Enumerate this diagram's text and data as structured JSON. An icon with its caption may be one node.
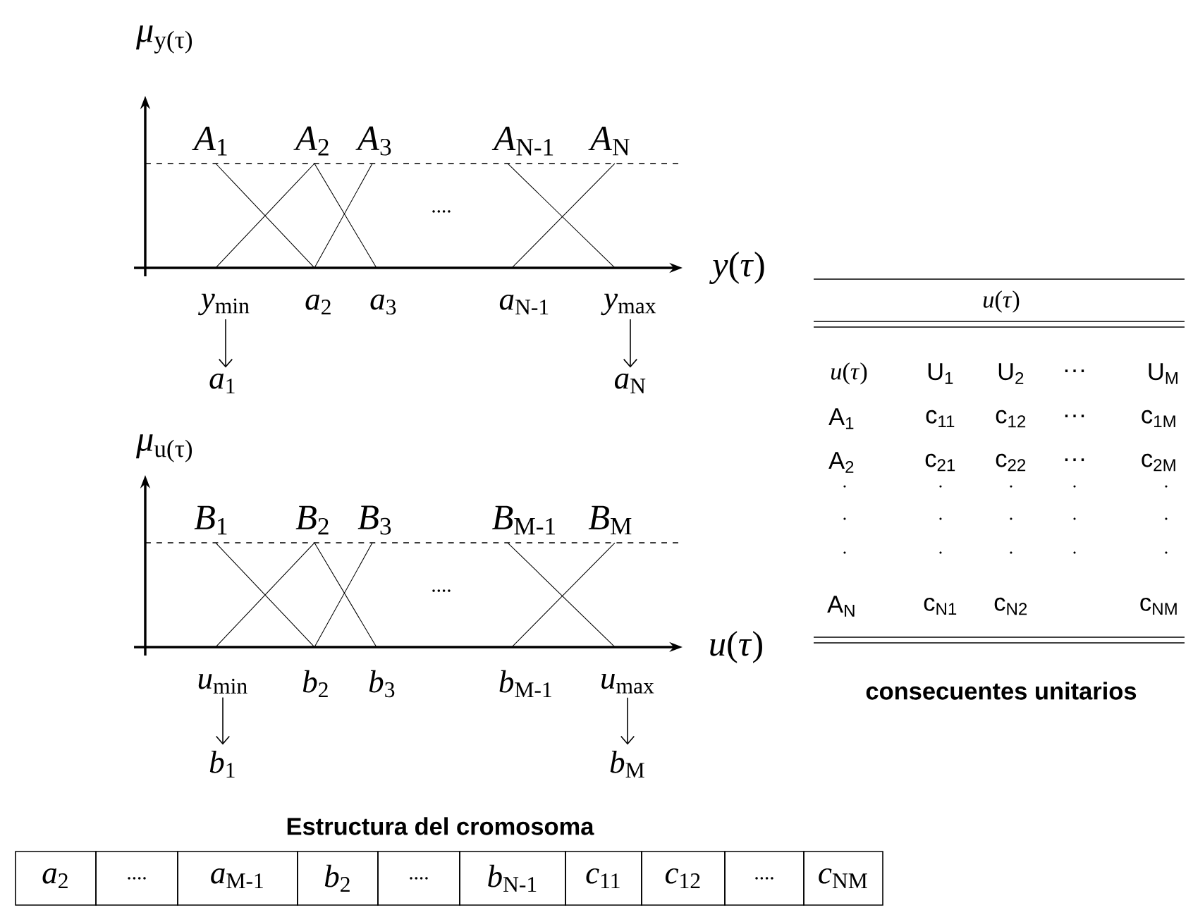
{
  "diagram": {
    "nodes": [
      {
        "text": [
          "*y*$_{min}$"
        ]
      },
      {
        "text": [
          "*a*$_{1}$"
        ]
      },
      {
        "text": [
          "*y*$_{max}$"
        ]
      },
      {
        "text": [
          "*a*$_{N}$"
        ]
      },
      {
        "text": [
          "*u*$_{min}$"
        ]
      },
      {
        "text": [
          "*b*$_{1}$"
        ]
      },
      {
        "text": [
          "*u*$_{max}$"
        ]
      },
      {
        "text": [
          "*b*$_{M}$"
        ]
      },
      {
        "text": [
          "*a*$_{2}$"
        ]
      },
      {
        "text": [
          "...."
        ]
      },
      {
        "text": [
          "*a*$_{M-1}$"
        ]
      },
      {
        "text": [
          "*b*$_{2}$"
        ]
      },
      {
        "text": [
          "...."
        ]
      },
      {
        "text": [
          "*b*$_{N-1}$"
        ]
      },
      {
        "text": [
          "*c*$_{11}$"
        ]
      },
      {
        "text": [
          "*c*$_{12}$"
        ]
      },
      {
        "text": [
          "...."
        ]
      },
      {
        "text": [
          "*c*$_{NM}$"
        ]
      }
    ],
    "edges": [
      {
        "from": 0,
        "to": 1,
        "arrow": "to"
      },
      {
        "from": 2,
        "to": 3,
        "arrow": "to"
      },
      {
        "from": 4,
        "to": 5,
        "arrow": "to"
      },
      {
        "from": 6,
        "to": 7,
        "arrow": "to"
      }
    ],
    "labels": [
      "*μ*$_{y(τ)}$",
      "*A*$_{1}$",
      "*A*$_{2}$",
      "*A*$_{3}$",
      "*A*$_{N-1}$",
      "*A*$_{N}$",
      "....",
      "*y*(*τ*)",
      "*a*$_{2}$",
      "*a*$_{3}$",
      "*a*$_{N-1}$",
      "*μ*$_{u(τ)}$",
      "*B*$_{1}$",
      "*B*$_{2}$",
      "*B*$_{3}$",
      "*B*$_{M-1}$",
      "*B*$_{M}$",
      "....",
      "*u*(*τ*)",
      "*b*$_{2}$",
      "*b*$_{3}$",
      "*b*$_{M-1}$",
      "Estructura del cromosoma",
      "*u*(*τ*)",
      "*u*(*τ*)",
      "U$_{1}$",
      "U$_{2}$",
      "···",
      "U$_{M}$",
      "A$_{1}$",
      "c$_{11}$",
      "c$_{12}$",
      "···",
      "c$_{1M}$",
      "A$_{2}$",
      "c$_{21}$",
      "c$_{22}$",
      "···",
      "c$_{2M}$",
      "A$_{N}$",
      "c$_{N1}$",
      "c$_{N2}$",
      "c$_{NM}$",
      "consecuentes unitarios"
    ]
  }
}
